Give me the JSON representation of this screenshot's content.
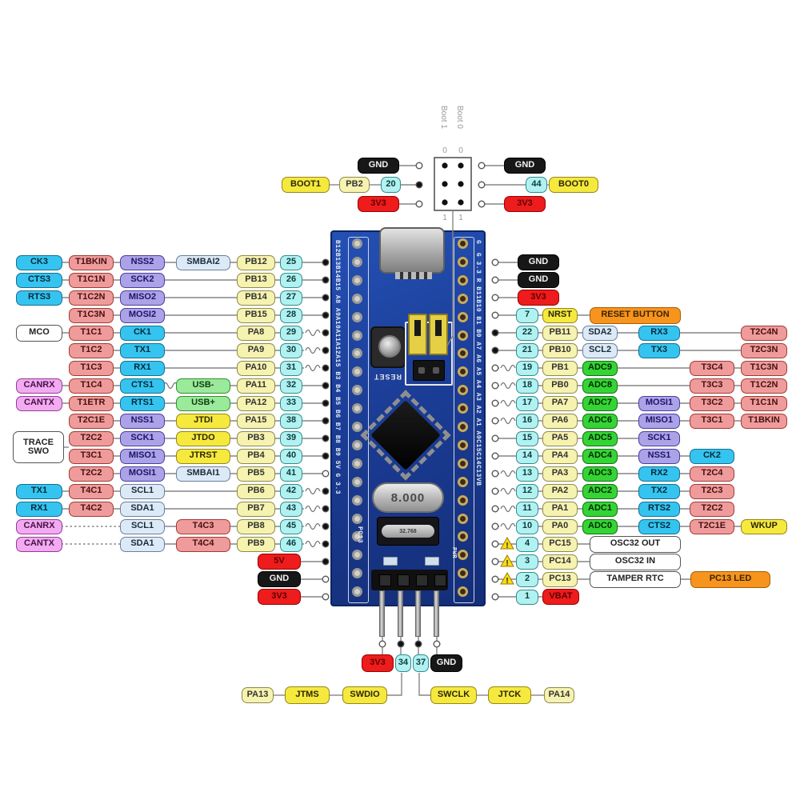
{
  "title": "STM32F103 Blue Pill pinout diagram",
  "palette": {
    "uart": "#35C4EF",
    "timer": "#F09B9B",
    "spi": "#ABA2E8",
    "i2c": "#DCEAF7",
    "port": "#F6F2AF",
    "pin_number": "#B2F1F1",
    "adc": "#35D435",
    "usb": "#9BE99B",
    "jtag_boot": "#F6E93E",
    "can": "#F2AAF0",
    "power_red": "#EE1C1C",
    "ground_black": "#171717",
    "highlight_orange": "#F7941E",
    "plain_white": "#FFFFFF",
    "pcb_blue": "#1b3d96"
  },
  "boot": {
    "col_boot1": "Boot 1",
    "col_boot0": "Boot 0",
    "zeros": [
      "0",
      "0"
    ],
    "ones": [
      "1",
      "1"
    ],
    "left": {
      "boot": "BOOT1",
      "pb": "PB2",
      "num": "20",
      "gnd": "GND",
      "v33": "3V3"
    },
    "right": {
      "boot": "BOOT0",
      "num": "44",
      "gnd": "GND",
      "v33": "3V3"
    }
  },
  "left_rows": [
    {
      "conn": "dot",
      "cells": [
        [
          "0",
          "CK3",
          "uart"
        ],
        [
          "1",
          "T1BKIN",
          "tim"
        ],
        [
          "2",
          "NSS2",
          "spi"
        ],
        [
          "3",
          "SMBAI2",
          "i2c"
        ],
        [
          "4",
          "PB12",
          "port"
        ],
        [
          "5",
          "25",
          "pin"
        ]
      ]
    },
    {
      "conn": "dot",
      "cells": [
        [
          "0",
          "CTS3",
          "uart"
        ],
        [
          "1",
          "T1C1N",
          "tim"
        ],
        [
          "2",
          "SCK2",
          "spi"
        ],
        [
          "4",
          "PB13",
          "port"
        ],
        [
          "5",
          "26",
          "pin"
        ]
      ]
    },
    {
      "conn": "dot",
      "cells": [
        [
          "0",
          "RTS3",
          "uart"
        ],
        [
          "1",
          "T1C2N",
          "tim"
        ],
        [
          "2",
          "MISO2",
          "spi"
        ],
        [
          "4",
          "PB14",
          "port"
        ],
        [
          "5",
          "27",
          "pin"
        ]
      ]
    },
    {
      "conn": "dot",
      "cells": [
        [
          "1",
          "T1C3N",
          "tim"
        ],
        [
          "2",
          "MOSI2",
          "spi"
        ],
        [
          "4",
          "PB15",
          "port"
        ],
        [
          "5",
          "28",
          "pin"
        ]
      ]
    },
    {
      "conn": "sqdot",
      "cells": [
        [
          "0",
          "MCO",
          "white"
        ],
        [
          "1",
          "T1C1",
          "tim"
        ],
        [
          "2",
          "CK1",
          "uart"
        ],
        [
          "4",
          "PA8",
          "port"
        ],
        [
          "5",
          "29",
          "pin"
        ]
      ]
    },
    {
      "conn": "sqdot",
      "cells": [
        [
          "1",
          "T1C2",
          "tim"
        ],
        [
          "2",
          "TX1",
          "uart"
        ],
        [
          "4",
          "PA9",
          "port"
        ],
        [
          "5",
          "30",
          "pin"
        ]
      ]
    },
    {
      "conn": "sqdot",
      "cells": [
        [
          "1",
          "T1C3",
          "tim"
        ],
        [
          "2",
          "RX1",
          "uart"
        ],
        [
          "4",
          "PA10",
          "port"
        ],
        [
          "5",
          "31",
          "pin"
        ]
      ]
    },
    {
      "conn": "dot",
      "midsq": true,
      "cells": [
        [
          "0",
          "CANRX",
          "can"
        ],
        [
          "1",
          "T1C4",
          "tim"
        ],
        [
          "2",
          "CTS1",
          "uart"
        ],
        [
          "3",
          "USB-",
          "usb"
        ],
        [
          "4",
          "PA11",
          "port"
        ],
        [
          "5",
          "32",
          "pin"
        ]
      ]
    },
    {
      "conn": "dot",
      "cells": [
        [
          "0",
          "CANTX",
          "can"
        ],
        [
          "1",
          "T1ETR",
          "tim"
        ],
        [
          "2",
          "RTS1",
          "uart"
        ],
        [
          "3",
          "USB+",
          "usb"
        ],
        [
          "4",
          "PA12",
          "port"
        ],
        [
          "5",
          "33",
          "pin"
        ]
      ]
    },
    {
      "conn": "dot",
      "cells": [
        [
          "1",
          "T2C1E",
          "tim"
        ],
        [
          "2",
          "NSS1",
          "spi"
        ],
        [
          "3",
          "JTDI",
          "jtag"
        ],
        [
          "4",
          "PA15",
          "port"
        ],
        [
          "5",
          "38",
          "pin"
        ]
      ]
    },
    {
      "conn": "dot",
      "cells": [
        [
          "1",
          "T2C2",
          "tim"
        ],
        [
          "2",
          "SCK1",
          "spi"
        ],
        [
          "3",
          "JTDO",
          "jtag"
        ],
        [
          "4",
          "PB3",
          "port"
        ],
        [
          "5",
          "39",
          "pin"
        ]
      ]
    },
    {
      "conn": "dot",
      "cells": [
        [
          "1",
          "T3C1",
          "tim"
        ],
        [
          "2",
          "MISO1",
          "spi"
        ],
        [
          "3",
          "JTRST",
          "jtag"
        ],
        [
          "4",
          "PB4",
          "port"
        ],
        [
          "5",
          "40",
          "pin"
        ]
      ]
    },
    {
      "conn": "circle",
      "cells": [
        [
          "1",
          "T2C2",
          "tim"
        ],
        [
          "2",
          "MOSI1",
          "spi"
        ],
        [
          "3",
          "SMBAI1",
          "i2c"
        ],
        [
          "4",
          "PB5",
          "port"
        ],
        [
          "5",
          "41",
          "pin"
        ]
      ]
    },
    {
      "conn": "sqdot",
      "cells": [
        [
          "0",
          "TX1",
          "uart"
        ],
        [
          "1",
          "T4C1",
          "tim"
        ],
        [
          "2",
          "SCL1",
          "i2c"
        ],
        [
          "4",
          "PB6",
          "port"
        ],
        [
          "5",
          "42",
          "pin"
        ]
      ]
    },
    {
      "conn": "sqdot",
      "cells": [
        [
          "0",
          "RX1",
          "uart"
        ],
        [
          "1",
          "T4C2",
          "tim"
        ],
        [
          "2",
          "SDA1",
          "i2c"
        ],
        [
          "4",
          "PB7",
          "port"
        ],
        [
          "5",
          "43",
          "pin"
        ]
      ]
    },
    {
      "conn": "sqdot",
      "dashed": true,
      "cells": [
        [
          "0",
          "CANRX",
          "can"
        ],
        [
          "2",
          "SCL1",
          "i2c"
        ],
        [
          "3",
          "T4C3",
          "tim"
        ],
        [
          "4",
          "PB8",
          "port"
        ],
        [
          "5",
          "45",
          "pin"
        ]
      ]
    },
    {
      "conn": "sqdot",
      "dashed": true,
      "cells": [
        [
          "0",
          "CANTX",
          "can"
        ],
        [
          "2",
          "SDA1",
          "i2c"
        ],
        [
          "3",
          "T4C4",
          "tim"
        ],
        [
          "4",
          "PB9",
          "port"
        ],
        [
          "5",
          "46",
          "pin"
        ]
      ]
    },
    {
      "conn": "dot",
      "cells": [
        [
          "lp",
          "5V",
          "red"
        ]
      ]
    },
    {
      "conn": "circle",
      "cells": [
        [
          "lp",
          "GND",
          "black"
        ]
      ]
    },
    {
      "conn": "circle",
      "cells": [
        [
          "lp",
          "3V3",
          "red"
        ]
      ]
    }
  ],
  "trace_swo": "TRACE SWO",
  "right_rows": [
    {
      "conn": "circle",
      "cells": [
        [
          "p",
          "GND",
          "black"
        ]
      ]
    },
    {
      "conn": "circle",
      "cells": [
        [
          "p",
          "GND",
          "black"
        ]
      ]
    },
    {
      "conn": "circle",
      "cells": [
        [
          "p",
          "3V3",
          "red"
        ]
      ]
    },
    {
      "conn": "circle",
      "cells": [
        [
          "0",
          "7",
          "pin"
        ],
        [
          "1",
          "NRST",
          "jtag"
        ],
        [
          "w",
          "RESET BUTTON",
          "orange"
        ]
      ]
    },
    {
      "conn": "dot",
      "cells": [
        [
          "0",
          "22",
          "pin"
        ],
        [
          "1",
          "PB11",
          "port"
        ],
        [
          "2",
          "SDA2",
          "i2c"
        ],
        [
          "3",
          "RX3",
          "uart"
        ],
        [
          "5",
          "T2C4N",
          "tim"
        ]
      ]
    },
    {
      "conn": "dot",
      "cells": [
        [
          "0",
          "21",
          "pin"
        ],
        [
          "1",
          "PB10",
          "port"
        ],
        [
          "2",
          "SCL2",
          "i2c"
        ],
        [
          "3",
          "TX3",
          "uart"
        ],
        [
          "5",
          "T2C3N",
          "tim"
        ]
      ]
    },
    {
      "conn": "sqcircle",
      "cells": [
        [
          "0",
          "19",
          "pin"
        ],
        [
          "1",
          "PB1",
          "port"
        ],
        [
          "2",
          "ADC9",
          "adc"
        ],
        [
          "4",
          "T3C4",
          "tim"
        ],
        [
          "5",
          "T1C3N",
          "tim"
        ]
      ]
    },
    {
      "conn": "sqcircle",
      "cells": [
        [
          "0",
          "18",
          "pin"
        ],
        [
          "1",
          "PB0",
          "port"
        ],
        [
          "2",
          "ADC8",
          "adc"
        ],
        [
          "4",
          "T3C3",
          "tim"
        ],
        [
          "5",
          "T1C2N",
          "tim"
        ]
      ]
    },
    {
      "conn": "sqcircle",
      "cells": [
        [
          "0",
          "17",
          "pin"
        ],
        [
          "1",
          "PA7",
          "port"
        ],
        [
          "2",
          "ADC7",
          "adc"
        ],
        [
          "3",
          "MOSI1",
          "spi"
        ],
        [
          "4",
          "T3C2",
          "tim"
        ],
        [
          "5",
          "T1C1N",
          "tim"
        ]
      ]
    },
    {
      "conn": "sqcircle",
      "cells": [
        [
          "0",
          "16",
          "pin"
        ],
        [
          "1",
          "PA6",
          "port"
        ],
        [
          "2",
          "ADC6",
          "adc"
        ],
        [
          "3",
          "MISO1",
          "spi"
        ],
        [
          "4",
          "T3C1",
          "tim"
        ],
        [
          "5",
          "T1BKIN",
          "tim"
        ]
      ]
    },
    {
      "conn": "circle",
      "cells": [
        [
          "0",
          "15",
          "pin"
        ],
        [
          "1",
          "PA5",
          "port"
        ],
        [
          "2",
          "ADC5",
          "adc"
        ],
        [
          "3",
          "SCK1",
          "spi"
        ]
      ]
    },
    {
      "conn": "circle",
      "cells": [
        [
          "0",
          "14",
          "pin"
        ],
        [
          "1",
          "PA4",
          "port"
        ],
        [
          "2",
          "ADC4",
          "adc"
        ],
        [
          "3",
          "NSS1",
          "spi"
        ],
        [
          "4",
          "CK2",
          "uart"
        ]
      ]
    },
    {
      "conn": "sqcircle",
      "cells": [
        [
          "0",
          "13",
          "pin"
        ],
        [
          "1",
          "PA3",
          "port"
        ],
        [
          "2",
          "ADC3",
          "adc"
        ],
        [
          "3",
          "RX2",
          "uart"
        ],
        [
          "4",
          "T2C4",
          "tim"
        ]
      ]
    },
    {
      "conn": "sqcircle",
      "cells": [
        [
          "0",
          "12",
          "pin"
        ],
        [
          "1",
          "PA2",
          "port"
        ],
        [
          "2",
          "ADC2",
          "adc"
        ],
        [
          "3",
          "TX2",
          "uart"
        ],
        [
          "4",
          "T2C3",
          "tim"
        ]
      ]
    },
    {
      "conn": "sqcircle",
      "cells": [
        [
          "0",
          "11",
          "pin"
        ],
        [
          "1",
          "PA1",
          "port"
        ],
        [
          "2",
          "ADC1",
          "adc"
        ],
        [
          "3",
          "RTS2",
          "uart"
        ],
        [
          "4",
          "T2C2",
          "tim"
        ]
      ]
    },
    {
      "conn": "sqcircle",
      "cells": [
        [
          "0",
          "10",
          "pin"
        ],
        [
          "1",
          "PA0",
          "port"
        ],
        [
          "2",
          "ADC0",
          "adc"
        ],
        [
          "3",
          "CTS2",
          "uart"
        ],
        [
          "4",
          "T2C1E",
          "tim"
        ],
        [
          "5",
          "WKUP",
          "jtag"
        ]
      ]
    },
    {
      "conn": "circle",
      "warn": true,
      "cells": [
        [
          "0",
          "4",
          "pin"
        ],
        [
          "1",
          "PC15",
          "port"
        ],
        [
          "w",
          "OSC32 OUT",
          "white"
        ]
      ]
    },
    {
      "conn": "circle",
      "warn": true,
      "cells": [
        [
          "0",
          "3",
          "pin"
        ],
        [
          "1",
          "PC14",
          "port"
        ],
        [
          "w",
          "OSC32 IN",
          "white"
        ]
      ]
    },
    {
      "conn": "circle",
      "warn": true,
      "cells": [
        [
          "0",
          "2",
          "pin"
        ],
        [
          "1",
          "PC13",
          "port"
        ],
        [
          "w",
          "TAMPER RTC",
          "white"
        ],
        [
          "led",
          "PC13 LED",
          "orange"
        ]
      ]
    },
    {
      "conn": "circle",
      "cells": [
        [
          "0",
          "1",
          "pin"
        ],
        [
          "v",
          "VBAT",
          "red"
        ]
      ]
    }
  ],
  "bottom": {
    "v33": "3V3",
    "p34": "34",
    "p37": "37",
    "gnd": "GND",
    "row": [
      "PA13",
      "JTMS",
      "SWDIO",
      "SWCLK",
      "JTCK",
      "PA14"
    ]
  },
  "board": {
    "left_edge": "B12B13B14B15 A8 A9A10A11A12A15 B3 B4 B5 B6 B7 B8 B9 5V G 3.3",
    "right_edge": "G  G 3.3 R B11B10 B1 B0 A7 A6 A5 A4 A3 A2 A1 A0C15C14C13VB",
    "crystal": "8.000",
    "crystal2": "32.768",
    "silk_reset": "RESET",
    "silk_pc13": "PC13",
    "silk_pwr": "PWR"
  }
}
